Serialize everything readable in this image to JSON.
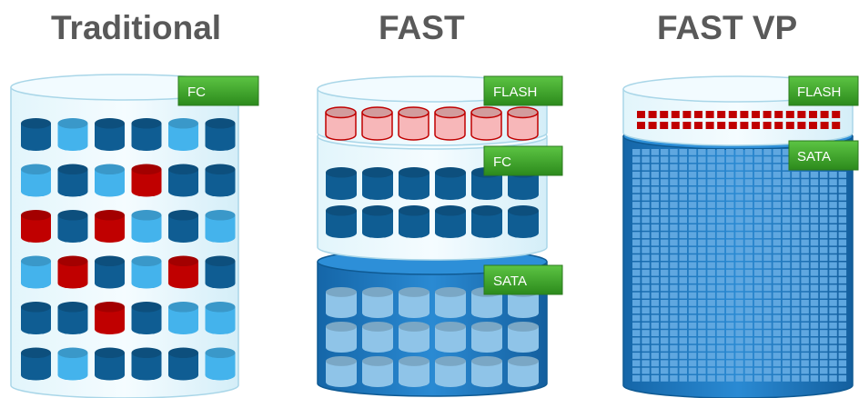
{
  "titles": {
    "traditional": "Traditional",
    "fast": "FAST",
    "fast_vp": "FAST VP"
  },
  "tags": {
    "traditional_fc": "FC",
    "fast_flash": "FLASH",
    "fast_fc": "FC",
    "fast_sata": "SATA",
    "fastvp_flash": "FLASH",
    "fastvp_sata": "SATA"
  },
  "colors": {
    "title": "#595959",
    "tag_green": "#3a9a2a",
    "disk_dark_blue": "#0f5d93",
    "disk_light_blue": "#44b3ec",
    "disk_red": "#c00000",
    "disk_pink": "#f7b7b9",
    "sata_blue": "#1a78c2"
  },
  "traditional_grid": [
    [
      "dark",
      "light",
      "dark",
      "dark",
      "light",
      "dark"
    ],
    [
      "light",
      "dark",
      "light",
      "red",
      "dark",
      "dark"
    ],
    [
      "red",
      "dark",
      "red",
      "light",
      "dark",
      "light"
    ],
    [
      "light",
      "red",
      "dark",
      "light",
      "red",
      "dark"
    ],
    [
      "dark",
      "dark",
      "red",
      "dark",
      "light",
      "light"
    ],
    [
      "dark",
      "light",
      "dark",
      "dark",
      "dark",
      "light"
    ]
  ]
}
